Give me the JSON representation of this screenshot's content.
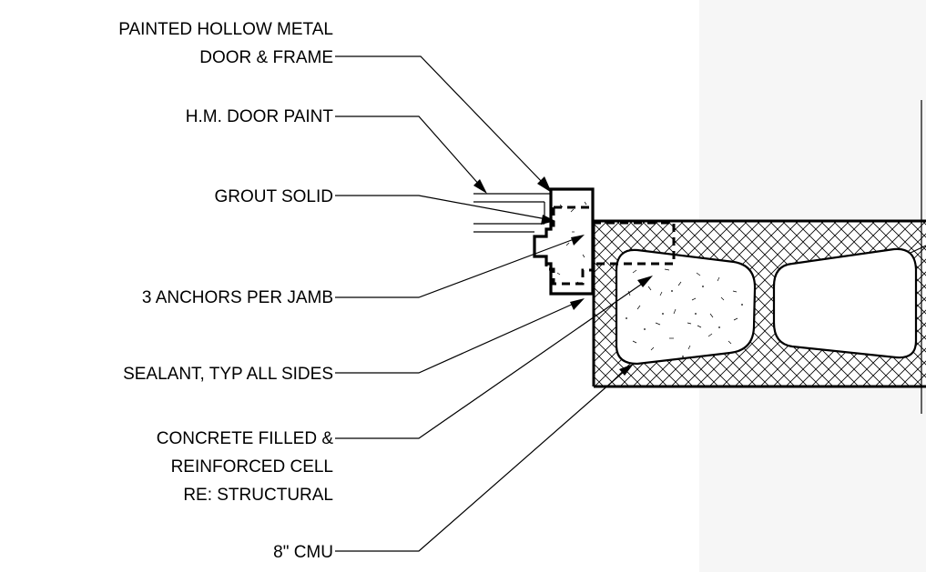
{
  "labels": {
    "door_frame_line1": "PAINTED HOLLOW METAL",
    "door_frame_line2": "DOOR & FRAME",
    "door_paint": "H.M. DOOR PAINT",
    "grout": "GROUT SOLID",
    "anchors": "3 ANCHORS PER JAMB",
    "sealant": "SEALANT, TYP ALL SIDES",
    "concrete_line1": "CONCRETE FILLED &",
    "concrete_line2": "REINFORCED CELL",
    "concrete_line3": "RE: STRUCTURAL",
    "cmu": "8\" CMU"
  },
  "colors": {
    "ink": "#000000",
    "background": "#ffffff"
  }
}
